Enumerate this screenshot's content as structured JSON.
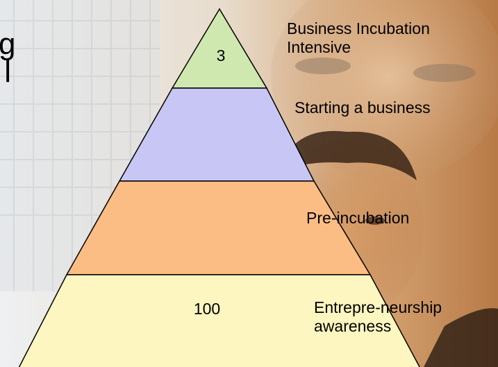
{
  "pyramid": {
    "tiers": [
      {
        "id": "top",
        "value": "3",
        "label": "Business Incubation\nIntensive",
        "color": "#cfe8b0"
      },
      {
        "id": "second",
        "value": "",
        "label": "Starting a business",
        "color": "#c7c6f4"
      },
      {
        "id": "third",
        "value": "",
        "label": "Pre-incubation",
        "color": "#fcbd84"
      },
      {
        "id": "base",
        "value": "100",
        "label": "Entrepre-neurship\nawareness",
        "color": "#fdf6c0"
      }
    ],
    "outline_color": "#000000"
  },
  "background": {
    "clipped_text": "g\nl",
    "colors": {
      "sky": "#e9ecef",
      "building": "#dcdfe2",
      "skin": "#c98f5d",
      "skin_light": "#e2b98f",
      "hair": "#3a2416"
    }
  }
}
